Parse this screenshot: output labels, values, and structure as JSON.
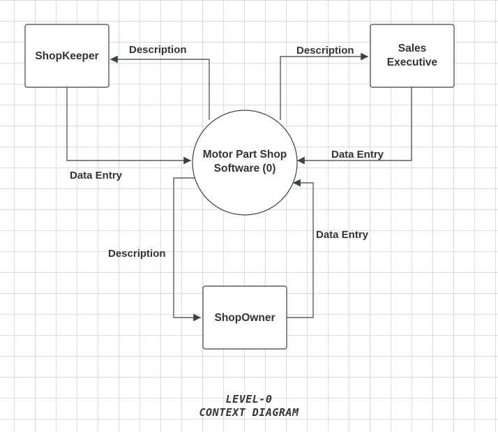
{
  "nodes": {
    "shopkeeper": "ShopKeeper",
    "sales_executive_line1": "Sales",
    "sales_executive_line2": "Executive",
    "process_line1": "Motor Part Shop",
    "process_line2": "Software (0)",
    "shopowner": "ShopOwner"
  },
  "edges": {
    "to_shopkeeper": "Description",
    "to_sales_executive": "Description",
    "from_shopkeeper": "Data Entry",
    "from_sales_executive": "Data Entry",
    "to_shopowner": "Description",
    "from_shopowner": "Data Entry"
  },
  "footer": {
    "line1": "LEVEL-0",
    "line2": "CONTEXT DIAGRAM"
  }
}
